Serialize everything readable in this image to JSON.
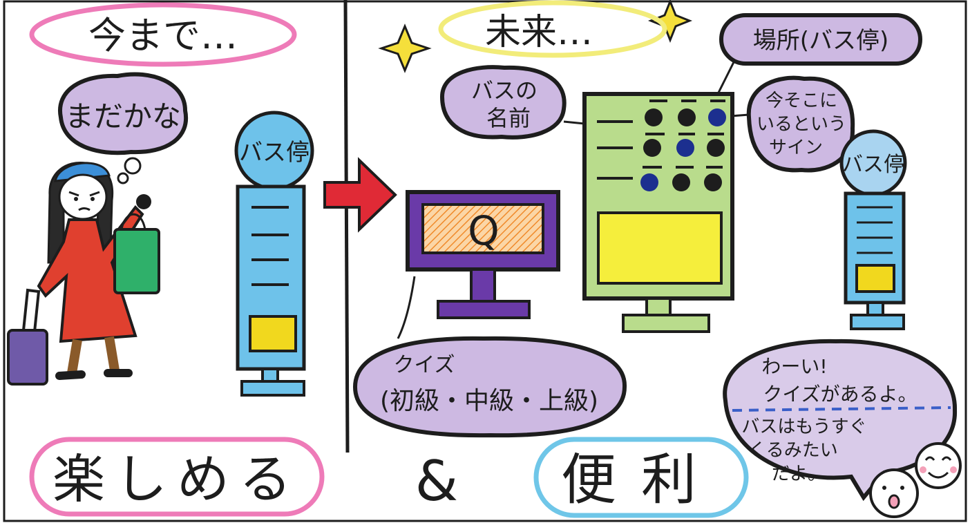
{
  "past": {
    "heading": "今まで…",
    "thought": "まだかな",
    "bus_stop_label": "バス停"
  },
  "future": {
    "heading": "未来…",
    "bus_name_callout": [
      "バスの",
      "名前"
    ],
    "place_callout": "場所(バス停)",
    "here_sign_callout": [
      "今そこに",
      "いるという",
      "サイン"
    ],
    "monitor_glyph": "Q",
    "quiz_callout": [
      "クイズ",
      "(初級・中級・上級)"
    ],
    "bus_stop_label": "バス停",
    "kid_speech_top": [
      "わーい!",
      "クイズがあるよ。"
    ],
    "kid_speech_bottom": [
      "バスはもうすぐ",
      "くるみたい",
      "だよ。"
    ]
  },
  "bottom": {
    "fun": "楽しめる",
    "and": "&",
    "convenient": "便利"
  },
  "colors": {
    "pink_oval": "#ee7bb8",
    "yellow_oval": "#f2ec7a",
    "blue_oval": "#6fc6e8",
    "purple_fill": "#cdb9e2",
    "light_purple_fill": "#d9cbe9",
    "monitor_purple": "#6a3aa8",
    "screen_orange": "#f3a25a",
    "board_green": "#b9dc8c",
    "board_yellow": "#f5ee3c",
    "pole_blue": "#6ec2ea",
    "stop_yellow": "#f1d81e",
    "dress_red": "#e0402f",
    "bag_green": "#2fb06a",
    "suitcase_purple": "#6f5aa8",
    "arrow_red": "#e02a36",
    "star_yellow": "#f5df3b",
    "dot_navy": "#1c2f8f",
    "ink": "#1d1d1d"
  }
}
